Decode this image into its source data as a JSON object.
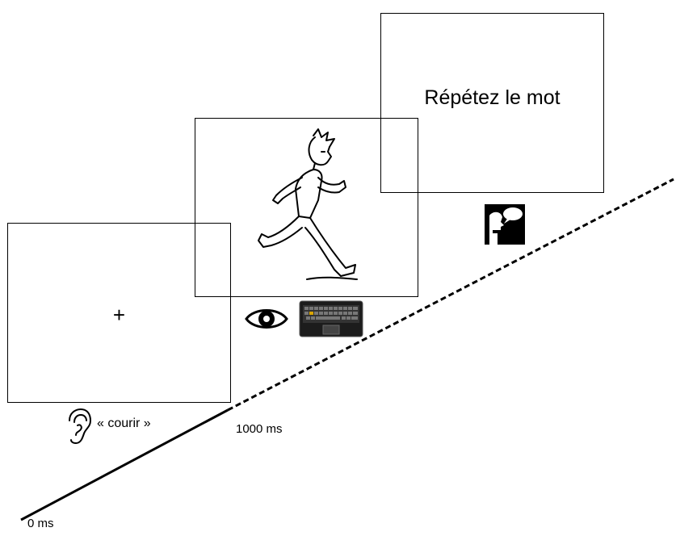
{
  "panels": {
    "fixation": {
      "symbol": "+"
    },
    "picture": {
      "image": "running-man-drawing"
    },
    "response": {
      "text": "Répétez le mot"
    }
  },
  "stimulus": {
    "word": "« courir »",
    "icons": {
      "audio": "ear-icon",
      "visual": "eye-icon",
      "input": "keyboard-icon",
      "speech": "speaking-head-icon"
    }
  },
  "timeline": {
    "start_label": "0 ms",
    "mid_label": "1000 ms"
  }
}
